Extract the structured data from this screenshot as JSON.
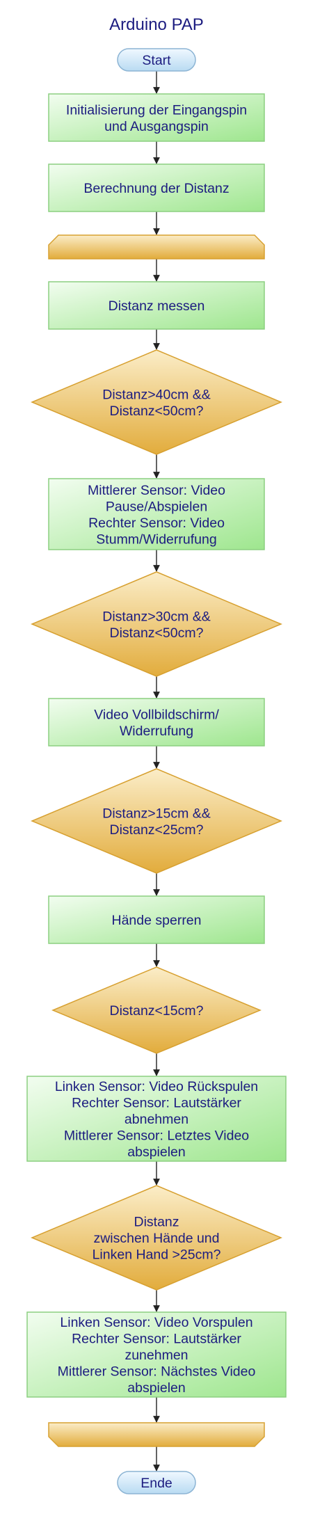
{
  "title": "Arduino PAP",
  "nodes": [
    {
      "id": "start",
      "type": "terminal",
      "lines": [
        "Start"
      ]
    },
    {
      "id": "init",
      "type": "process",
      "lines": [
        "Initialisierung der Eingangspin",
        "und Ausgangspin"
      ]
    },
    {
      "id": "calc",
      "type": "process",
      "lines": [
        "Berechnung der Distanz"
      ]
    },
    {
      "id": "loop-start",
      "type": "loop",
      "lines": []
    },
    {
      "id": "measure",
      "type": "process",
      "lines": [
        "Distanz messen"
      ]
    },
    {
      "id": "cond-40-50",
      "type": "decision",
      "lines": [
        "Distanz>40cm &&",
        "Distanz<50cm?"
      ]
    },
    {
      "id": "action-pause-mute",
      "type": "process",
      "lines": [
        "Mittlerer Sensor: Video",
        "Pause/Abspielen",
        "Rechter Sensor: Video",
        "Stumm/Widerrufung"
      ]
    },
    {
      "id": "cond-30-50",
      "type": "decision",
      "lines": [
        "Distanz>30cm &&",
        "Distanz<50cm?"
      ]
    },
    {
      "id": "action-fullscreen",
      "type": "process",
      "lines": [
        "Video Vollbildschirm/",
        "Widerrufung"
      ]
    },
    {
      "id": "cond-15-25",
      "type": "decision",
      "lines": [
        "Distanz>15cm &&",
        "Distanz<25cm?"
      ]
    },
    {
      "id": "action-lock",
      "type": "process",
      "lines": [
        "Hände sperren"
      ]
    },
    {
      "id": "cond-lt15",
      "type": "decision",
      "lines": [
        "Distanz<15cm?"
      ]
    },
    {
      "id": "action-rewind",
      "type": "process",
      "lines": [
        "Linken Sensor: Video Rückspulen",
        "Rechter Sensor: Lautstärker",
        "abnehmen",
        "Mittlerer Sensor: Letztes Video",
        "abspielen"
      ]
    },
    {
      "id": "cond-hands",
      "type": "decision",
      "lines": [
        "Distanz",
        "zwischen Hände und",
        "Linken Hand >25cm?"
      ]
    },
    {
      "id": "action-forward",
      "type": "process",
      "lines": [
        "Linken Sensor: Video Vorspulen",
        "Rechter Sensor: Lautstärker",
        "zunehmen",
        "Mittlerer Sensor: Nächstes Video",
        "abspielen"
      ]
    },
    {
      "id": "loop-end",
      "type": "loop",
      "lines": []
    },
    {
      "id": "end",
      "type": "terminal",
      "lines": [
        "Ende"
      ]
    }
  ],
  "edges": [
    [
      "start",
      "init"
    ],
    [
      "init",
      "calc"
    ],
    [
      "calc",
      "loop-start"
    ],
    [
      "loop-start",
      "measure"
    ],
    [
      "measure",
      "cond-40-50"
    ],
    [
      "cond-40-50",
      "action-pause-mute"
    ],
    [
      "action-pause-mute",
      "cond-30-50"
    ],
    [
      "cond-30-50",
      "action-fullscreen"
    ],
    [
      "action-fullscreen",
      "cond-15-25"
    ],
    [
      "cond-15-25",
      "action-lock"
    ],
    [
      "action-lock",
      "cond-lt15"
    ],
    [
      "cond-lt15",
      "action-rewind"
    ],
    [
      "action-rewind",
      "cond-hands"
    ],
    [
      "cond-hands",
      "action-forward"
    ],
    [
      "action-forward",
      "loop-end"
    ],
    [
      "loop-end",
      "end"
    ]
  ],
  "colors": {
    "text": "#1c1c80",
    "process_fill_light": "#f2fdf0",
    "process_fill_dark": "#9ee68e",
    "process_stroke": "#8ccf80",
    "decision_fill_light": "#fbedc8",
    "decision_fill_dark": "#e2ac3c",
    "decision_stroke": "#d7a030",
    "terminal_fill_light": "#f0f8ff",
    "terminal_fill_dark": "#b9dbf2",
    "terminal_stroke": "#8cb4d4",
    "edge": "#222222"
  }
}
